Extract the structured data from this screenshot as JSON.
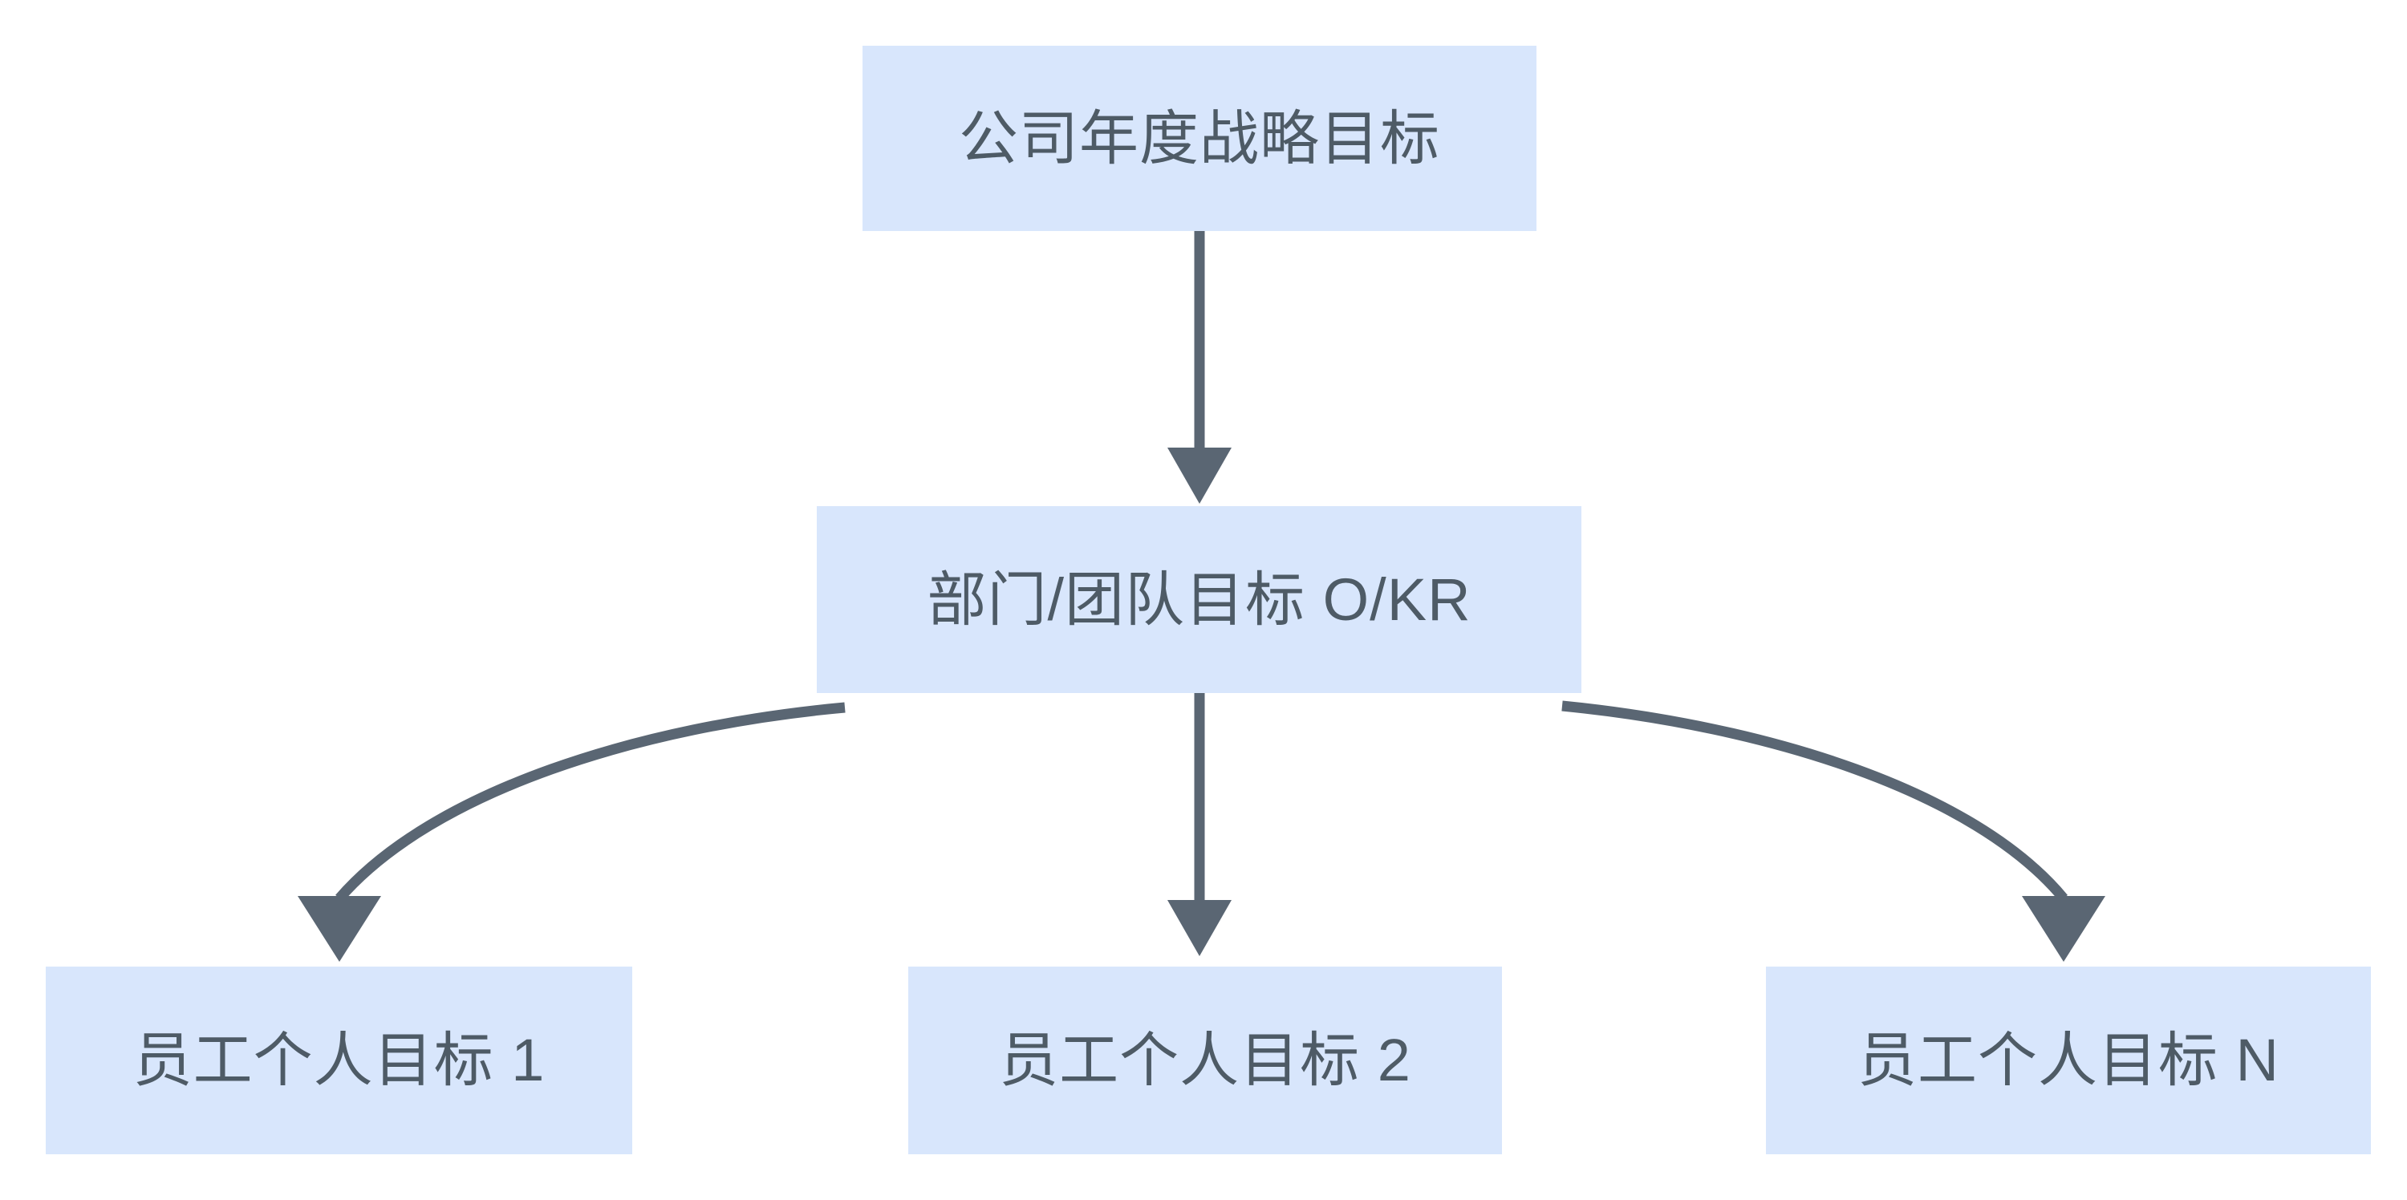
{
  "diagram": {
    "type": "flowchart",
    "orientation": "top-down",
    "background_color": "#ffffff",
    "node_fill_color": "#d8e6fc",
    "node_text_color": "#4e5b66",
    "connector_color": "#5a6673",
    "nodes": [
      {
        "id": "company",
        "label": "公司年度战略目标",
        "level": 1
      },
      {
        "id": "dept",
        "label": "部门/团队目标 O/KR",
        "level": 2
      },
      {
        "id": "emp1",
        "label": "员工个人目标 1",
        "level": 3
      },
      {
        "id": "emp2",
        "label": "员工个人目标 2",
        "level": 3
      },
      {
        "id": "empN",
        "label": "员工个人目标 N",
        "level": 3
      }
    ],
    "edges": [
      {
        "from": "company",
        "to": "dept",
        "style": "straight-arrow"
      },
      {
        "from": "dept",
        "to": "emp1",
        "style": "curved-arrow"
      },
      {
        "from": "dept",
        "to": "emp2",
        "style": "straight-arrow"
      },
      {
        "from": "dept",
        "to": "empN",
        "style": "curved-arrow"
      }
    ]
  }
}
